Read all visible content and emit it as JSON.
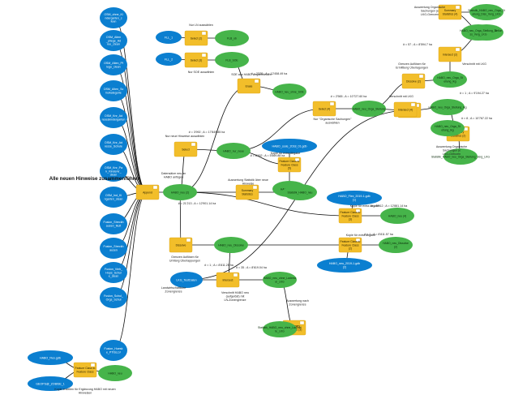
{
  "title": "Alle neuen Hinweise zusammenführen",
  "colors": {
    "input_blue": "#0B7FD0",
    "tool_yellow": "#F2BE2A",
    "output_green": "#46B44A",
    "line": "#111111"
  },
  "inputs": [
    {
      "id": "in1",
      "label": "OSM_ohne_Ki ndergarten_c lean"
    },
    {
      "id": "in2",
      "label": "OSM_Alten _ptlege_Ad ree_clean"
    },
    {
      "id": "in3",
      "label": "OSM_Alten_Pf lege_clean"
    },
    {
      "id": "in4",
      "label": "OSM_Alten_Sc hulkategorie"
    },
    {
      "id": "in5",
      "label": "OSM_Knr_Ad reseskindergarten"
    },
    {
      "id": "in6",
      "label": "OSM_Knr_Ad resse_Schule"
    },
    {
      "id": "in7",
      "label": "OSM_Knr_Pa k_Kinderkr_ clean"
    },
    {
      "id": "in8",
      "label": "OSM_Ind_Ki ngarten_clean"
    },
    {
      "id": "in9",
      "label": "Fusion_Streckh ausen_Ikult"
    },
    {
      "id": "in10",
      "label": "Fusion_Streckh ausen"
    },
    {
      "id": "in11",
      "label": "Fusion_Vieh_ Hops_Schul e_clean"
    },
    {
      "id": "in12",
      "label": "Fusion_Schul_ Orgs_Schul"
    },
    {
      "id": "in13",
      "label": "Fusion_Huesk e_PTISLLV"
    },
    {
      "id": "fll1",
      "label": "FLL_1"
    },
    {
      "id": "fll2",
      "label": "FLL_2"
    },
    {
      "id": "ext1",
      "label": "HABO_Flex.gdb"
    },
    {
      "id": "ext2",
      "label": "GEOPS@_ZOBISE_1"
    },
    {
      "id": "lkg",
      "label": "LKG_TestDaten"
    },
    {
      "id": "habo_code",
      "label": "HABO_code_2018_01.gdb"
    },
    {
      "id": "habo_flex_gdb",
      "label": "HABO_Flex_2019-1.gdb (1)"
    },
    {
      "id": "habo_neu_gdb",
      "label": "HABO_neu_2019-1.gdb (2)"
    }
  ],
  "tools": [
    {
      "id": "t_selLN",
      "label": "Select (2)"
    },
    {
      "id": "t_selSOE",
      "label": "Select (3)"
    },
    {
      "id": "t_erase",
      "label": "Erase"
    },
    {
      "id": "t_append",
      "label": "Append"
    },
    {
      "id": "t_select",
      "label": "Select"
    },
    {
      "id": "t_fc5",
      "label": "Feature Class to Feature Class (5)"
    },
    {
      "id": "t_sumstat",
      "label": "Summary Statistics"
    },
    {
      "id": "t_dissolve",
      "label": "Dissolve"
    },
    {
      "id": "t_intersect",
      "label": "Intersect"
    },
    {
      "id": "t_sumstat3",
      "label": "Summary Statistics (3)"
    },
    {
      "id": "t_select4",
      "label": "Select (4)"
    },
    {
      "id": "t_intersect3",
      "label": "Intersect (3)"
    },
    {
      "id": "t_dissolve2",
      "label": "Dissolve (2)"
    },
    {
      "id": "t_intersect2",
      "label": "Intersect (2)"
    },
    {
      "id": "t_sumstat2",
      "label": "Summary Statistics (2)"
    },
    {
      "id": "t_intersect4",
      "label": "Intersect (4)"
    },
    {
      "id": "t_sumstat4",
      "label": "Summary Statistics (4)"
    },
    {
      "id": "t_fc3",
      "label": "Feature Class to Feature Class (3)"
    },
    {
      "id": "t_fc2",
      "label": "Feature Class to Feature Class (2)"
    },
    {
      "id": "t_fcext",
      "label": "Feature Class to Feature Class"
    }
  ],
  "outputs": [
    {
      "id": "o_fllln",
      "label": "FLB_ob"
    },
    {
      "id": "o_fllsoe",
      "label": "FLB_SOE"
    },
    {
      "id": "o_habo_soe",
      "label": "HABO_neu_ohne_SOE"
    },
    {
      "id": "o_habo_neu",
      "label": "HABO_neu (2)"
    },
    {
      "id": "o_habo_nur_neue",
      "label": "HABO_nur_neue"
    },
    {
      "id": "o_habo_neu3",
      "label": "HABO_neu (3)"
    },
    {
      "id": "o_sumstat_habo",
      "label": "Statistik_HABO_neu"
    },
    {
      "id": "o_dissolve",
      "label": "HABO_neu_Dissolve"
    },
    {
      "id": "o_intersect",
      "label": "HABO_neu_ohne_Ladeew ei_LKG"
    },
    {
      "id": "o_sum3",
      "label": "Statistik_HABO_neu_ohne_Ladesei te_LKG"
    },
    {
      "id": "o_orga",
      "label": "HABO_neu_Orga_Stellung"
    },
    {
      "id": "o_orga_lkg",
      "label": "HABO_neu_Orga_Stellung_lkg"
    },
    {
      "id": "o_dissolve2",
      "label": "HABO_neu_Orga_St ellung_lkg"
    },
    {
      "id": "o_orga_int",
      "label": "HABO_neu_Orga_Stellun g_Verg_LKG"
    },
    {
      "id": "o_sum2",
      "label": "Statistik_HABO_neu_Orga_Stellung_Verg_LKG"
    },
    {
      "id": "o_int4",
      "label": "HABO_neu_Orga_Stellung_Di ss_Verg_LKG"
    },
    {
      "id": "o_sum4",
      "label": "Statistik_HABO_neu_Orga_St ellung_Diss_Verg_LKG"
    },
    {
      "id": "o_int4b",
      "label": "HABO_neu_Orga_St ellung_lkg"
    },
    {
      "id": "o_fc3",
      "label": "HABO_neu (4)"
    },
    {
      "id": "o_fc2",
      "label": "HABO_neu_Dissolve (2)"
    },
    {
      "id": "o_habo_neu_ext",
      "label": "HABO_neu"
    }
  ],
  "notes": [
    {
      "id": "n_ln",
      "text": "Nur LN auswählen"
    },
    {
      "id": "n_soe",
      "text": "Nur SOE auswählen"
    },
    {
      "id": "n_soe_weg",
      "text": "SOE aus HABO wegschneiden"
    },
    {
      "id": "n_neue",
      "text": "Nur neue Hinweise auswählen"
    },
    {
      "id": "n_append",
      "text": "Datensätze neu an HABO anfügen"
    },
    {
      "id": "n_kopie",
      "text": "Kopie für extra Abgabe"
    },
    {
      "id": "n_stat_neu",
      "text": "Auswertung Statistik über neue Hinweise"
    },
    {
      "id": "n_orga_select",
      "text": "Nur \"Organische Sachungen\" auswählen"
    },
    {
      "id": "n_orga_grenzen",
      "text": "Grenzen Auflösen für Ermittlung Überlagungen"
    },
    {
      "id": "n_verschnitt_lkg",
      "text": "Verschnitt mit LKG"
    },
    {
      "id": "n_orga_aus",
      "text": "Auswertung Organische Sachungen je LKG-Grenzen"
    },
    {
      "id": "n_orga_aus2",
      "text": "Auswertung Organische Sachungen je LKG-Grenzen"
    },
    {
      "id": "n_kopie2",
      "text": "Kopie für extra Abgabe"
    },
    {
      "id": "n_kopie3",
      "text": "Kopie für extra Abgabe"
    },
    {
      "id": "n_grenzen",
      "text": "Grenzen Auflösen für Umfang Überlappungen"
    },
    {
      "id": "n_lkg",
      "text": "Landwirtschaftliche Zonengrenze"
    },
    {
      "id": "n_verschnitt_habo",
      "text": "Verschnitt HABO neu (aufgelöst) mit LN-Zonengrenze"
    },
    {
      "id": "n_aus_zonen",
      "text": "Auswertung nach Zonengrenze"
    },
    {
      "id": "n_ext",
      "text": "Kopie erstellen für Ergänzung HABO mit neuen Hinweisen"
    },
    {
      "id": "n_verschnitt_lkg2",
      "text": "Verschnitt mit LKG"
    }
  ],
  "edge_labels": [
    {
      "id": "e1",
      "text": "# = 2'535 ; A = 12'458.49 ha"
    },
    {
      "id": "e2",
      "text": "# = 3'992 ; A = 17'849.85 ha"
    },
    {
      "id": "e3",
      "text": "# = 2'565 ; A = 10'727.60 ha"
    },
    {
      "id": "e4",
      "text": "# = 21'213 ; A = 12'901.14 ha"
    },
    {
      "id": "e5",
      "text": "# = 8'452 ; A = 5'569.88 ha"
    },
    {
      "id": "e6",
      "text": "# = 5'512 ; A = 12'881.14 ha"
    },
    {
      "id": "e7",
      "text": "# = 1 ; A = 8'811.57 ha"
    },
    {
      "id": "e8",
      "text": "# = 1 ; A = 9'194.27 ha"
    },
    {
      "id": "e9",
      "text": "# = 57 ; A = 8'594.7 ha"
    },
    {
      "id": "e10",
      "text": "# = 8 ; A = 10'767.22 ha"
    },
    {
      "id": "e11",
      "text": "# = 1 ; A = 8'811.25 ha"
    },
    {
      "id": "e12",
      "text": "# = 35 ; A = 8'619.04 ha"
    }
  ]
}
